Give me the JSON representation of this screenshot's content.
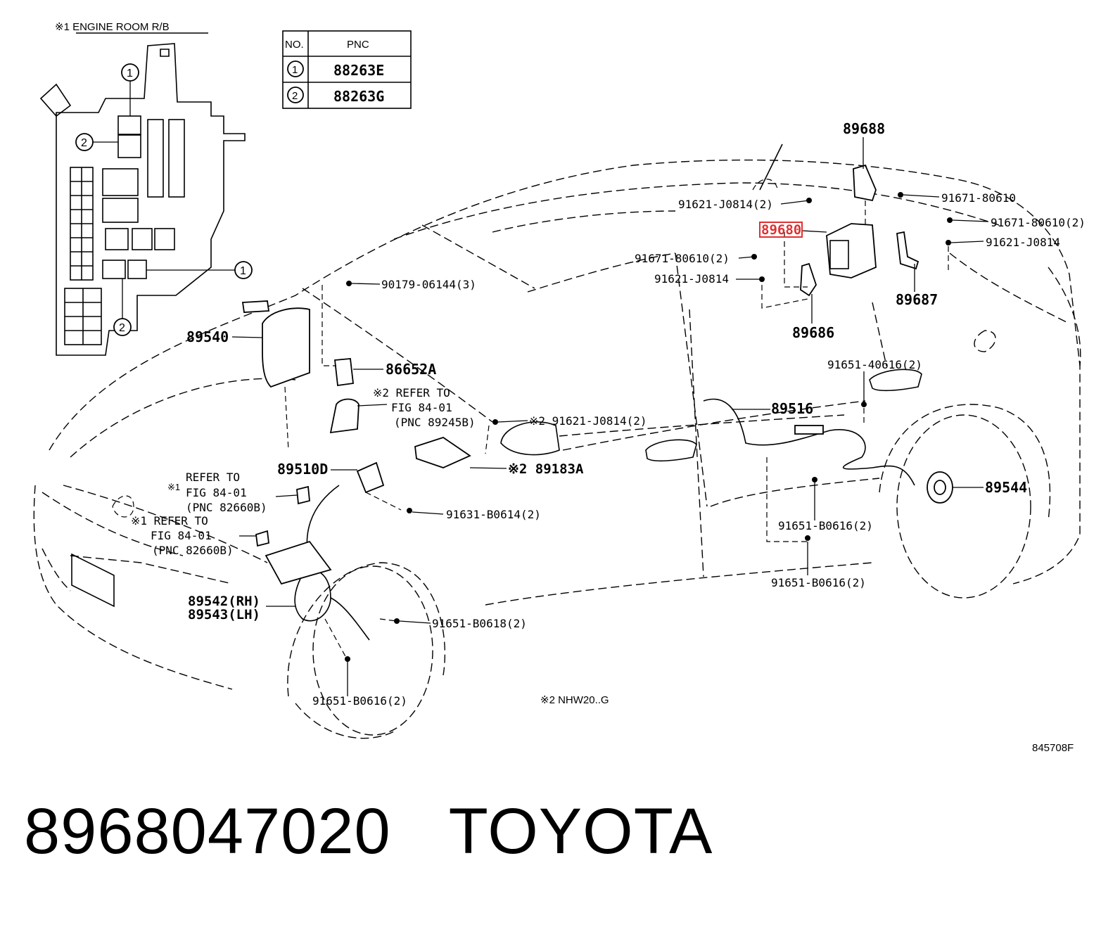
{
  "inset": {
    "title": "※1 ENGINE ROOM R/B",
    "circle1": "1",
    "circle2": "2"
  },
  "pnc_table": {
    "headers": [
      "NO.",
      "PNC"
    ],
    "rows": [
      {
        "no": "1",
        "pnc": "88263E"
      },
      {
        "no": "2",
        "pnc": "88263G"
      }
    ]
  },
  "labels": {
    "p89688": "89688",
    "p91671_80610": "91671-80610",
    "p91621_J0814_2_top": "91621-J0814(2)",
    "p89680": "89680",
    "p91671_80610_2_right": "91671-80610(2)",
    "p91621_J0814_right": "91621-J0814",
    "p91671_80610_2_mid": "91671-80610(2)",
    "p91621_J0814_mid": "91621-J0814",
    "p89687": "89687",
    "p89686": "89686",
    "p90179": "90179-06144(3)",
    "p89540": "89540",
    "p86652A": "86652A",
    "refer1_a": "※2 REFER TO",
    "refer1_b": "FIG 84-01",
    "refer1_c": "(PNC 89245B)",
    "p91621_J0814_2_lower": "※2 91621-J0814(2)",
    "p91651_40616": "91651-40616(2)",
    "p89516": "89516",
    "p89510D": "89510D",
    "p89183A": "※2 89183A",
    "refer2_a": "REFER TO",
    "refer2_star": "※1",
    "refer2_b": "FIG 84-01",
    "refer2_c": "(PNC 82660B)",
    "p91631": "91631-B0614(2)",
    "refer3_a": "※1 REFER TO",
    "refer3_b": "FIG 84-01",
    "refer3_c": "(PNC 82660B)",
    "p89544": "89544",
    "p91651_B0616_2_a": "91651-B0616(2)",
    "p91651_B0616_2_b": "91651-B0616(2)",
    "p89542": "89542(RH)",
    "p89543": "89543(LH)",
    "p91651_B0618": "91651-B0618(2)",
    "p91651_B0616_2_c": "91651-B0616(2)",
    "note_nhw20": "※2 NHW20..G",
    "fig_id": "845708F"
  },
  "highlight_color": "#e03030",
  "bottom": {
    "part_number": "8968047020",
    "brand": "TOYOTA"
  }
}
